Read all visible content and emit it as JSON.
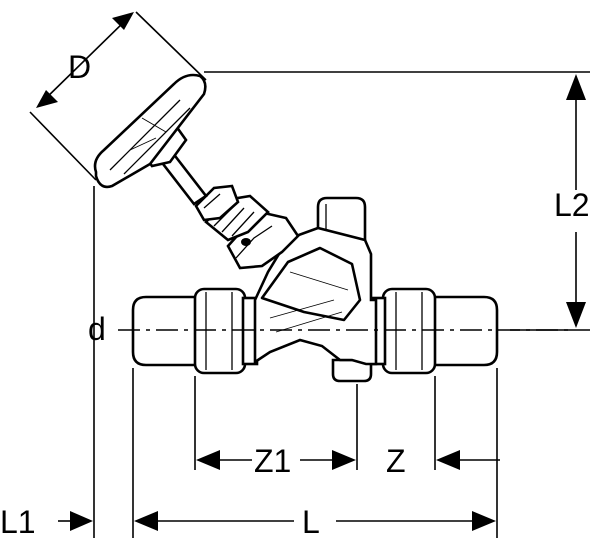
{
  "labels": {
    "D": "D",
    "L2": "L2",
    "d": "d",
    "Z1": "Z1",
    "Z": "Z",
    "L1": "L1",
    "L": "L"
  }
}
